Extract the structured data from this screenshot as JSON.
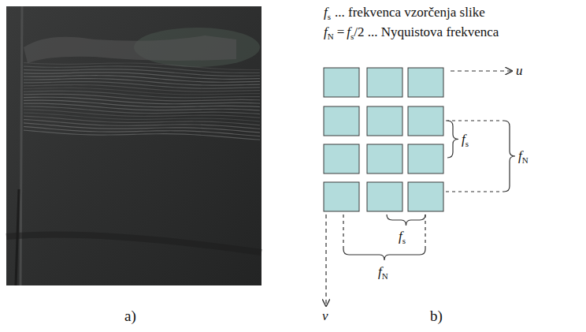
{
  "diagram": {
    "labels": [
      "f",
      "s",
      "... frekvenca vzorčenja slike",
      "f",
      "N",
      "=",
      "f",
      "s",
      "/2 ... Nyquistova frekvenca",
      "u",
      "f",
      "s",
      "f",
      "N",
      "f",
      "s",
      "f",
      "N",
      "v",
      "a)",
      "b)"
    ]
  }
}
